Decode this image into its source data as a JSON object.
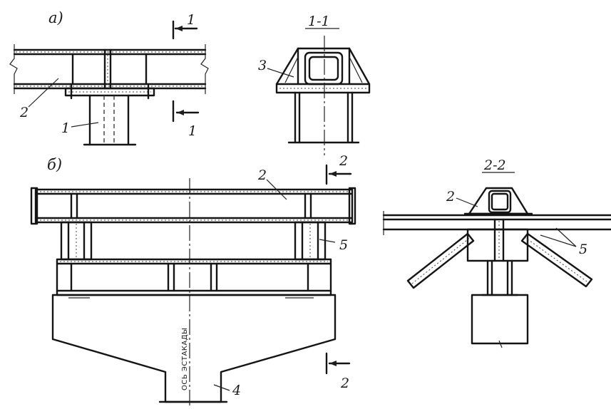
{
  "figure": {
    "part_a_label": "а)",
    "part_b_label": "б)",
    "section_1_title": "1-1",
    "section_2_title": "2-2",
    "section_mark_1": "1",
    "section_mark_2": "2",
    "callouts": {
      "c1": "1",
      "c2_a": "2",
      "c3": "3",
      "c2_b": "2",
      "c5_b": "5",
      "c4": "4",
      "c2_s": "2",
      "c5_s": "5"
    },
    "axis_label": "ОСЬ ЭСТАКАДЫ"
  }
}
